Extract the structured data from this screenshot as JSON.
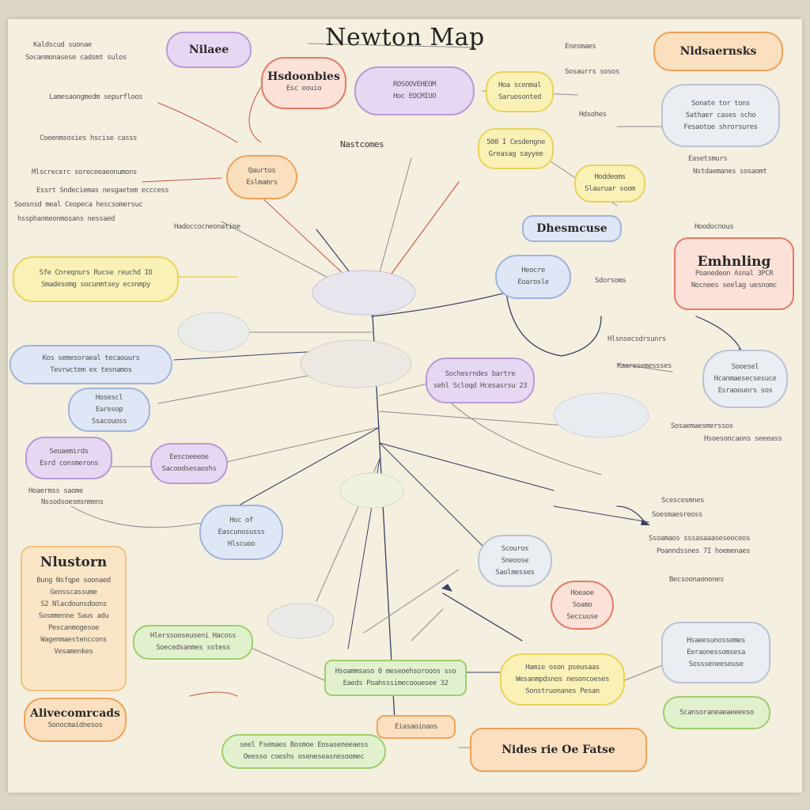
{
  "title": "Newton Map",
  "colors": {
    "paper": "#f5efdf",
    "line_dark": "#3a3f66",
    "line_red": "#c9503e",
    "line_grey": "#8b8b8b"
  },
  "nodes": {
    "top_left_purple": {
      "head": "Nilaee",
      "lines": []
    },
    "top_red_cluster": {
      "head": "Hsdoonbies",
      "lines": [
        "Esc eouio"
      ]
    },
    "top_center_purple": {
      "head": "",
      "lines": [
        "ROSOOVEHEOM",
        "Hoc EOCMIUO"
      ]
    },
    "top_yellow_small": {
      "head": "",
      "lines": [
        "Hoa scenmal",
        "Saruosonted"
      ]
    },
    "top_right_orange": {
      "head": "Nldsaernsks",
      "lines": []
    },
    "upper_center_orange": {
      "head": "",
      "lines": [
        "Qaurtos",
        "Eslmamrs"
      ]
    },
    "yellow_right_mid": {
      "head": "",
      "lines": [
        "508 I Cesdengne",
        "Greasag sayyee"
      ]
    },
    "yellow_right_lower": {
      "head": "",
      "lines": [
        "Hoddeoms",
        "Slauruar soom"
      ]
    },
    "dhesmencuse": {
      "head": "Dhesmcuse",
      "lines": []
    },
    "rounded_right_grey": {
      "head": "",
      "lines": [
        "Sonate tor tons",
        "Sathaer cases scho",
        "Fesaotoe shrorsures"
      ]
    },
    "left_yellow_big": {
      "head": "",
      "lines": [
        "Sfe  Cnreqnurs Rucse reuchd IO",
        "Smadesomg socunmtsey ecsnmpy"
      ]
    },
    "emhnsing_red": {
      "head": "Emhnling",
      "lines": [
        "Poanedeon Asnal 3PCR",
        "Nocnees seelag uesnomc"
      ]
    },
    "center_upper_blue": {
      "head": "",
      "lines": [
        "Heocre",
        "Eoarosle"
      ]
    },
    "left_blue_oval": {
      "head": "",
      "lines": [
        "Kos semesoraeal tecaouurs",
        "Tevrwctem ex tesnamos"
      ]
    },
    "left_blue_small": {
      "head": "",
      "lines": [
        "Hosescl",
        "Earesop",
        "Ssacouoss"
      ]
    },
    "center_purple_mid": {
      "head": "",
      "lines": [
        "Sochesrndes bartre",
        "sehl Scloqd Hcesasrsu 23"
      ]
    },
    "right_grey_oval": {
      "head": "",
      "lines": [
        "Sooesel",
        "Hcanmaesecsesuce",
        "Esraoouors sos"
      ]
    },
    "left_purple_small": {
      "head": "",
      "lines": [
        "Seuaemirds",
        "Esrd consmerons"
      ]
    },
    "left_purple_small_b": {
      "head": "",
      "lines": [
        "Eescoeeeoe",
        "Sacoodsesaoshs"
      ]
    },
    "center_lower_blue": {
      "head": "",
      "lines": [
        "Hoc of",
        "Eascunosusss",
        "Hlscuoo"
      ]
    },
    "nlustorn": {
      "head": "Nlustorn",
      "lines": [
        "Bung Nsfqpe soonaed",
        "Gensscassume",
        "S2 Nlacdounsdoons",
        "Sosmmenne Saus adu",
        "Pescanmogesoe",
        "Wagenmaestenccons",
        "Vesamenkes"
      ]
    },
    "left_green_lower": {
      "head": "",
      "lines": [
        "Hlerssooseuseni Hacoss",
        "Soecedsanmes sstess"
      ]
    },
    "center_green_bottom": {
      "head": "",
      "lines": [
        "Hsoammsaso 0 meseoehsorooos sso",
        "Eaeds   Poahsssimecoouesee 32"
      ]
    },
    "yellow_bottom_right": {
      "head": "",
      "lines": [
        "Hamie oson pseusaas",
        "Wesanmpdsnos nesoncoeses",
        "Sonstruonanes Pesan"
      ]
    },
    "right_grey_bottom": {
      "head": "",
      "lines": [
        "Hsaeesunossemes",
        "Eeraonessomsesa",
        "Sossseneeseuse"
      ]
    },
    "center_grey_small": {
      "head": "",
      "lines": [
        "Scouros",
        "Sneoose",
        "Saolmesses"
      ]
    },
    "red_circle_small": {
      "head": "",
      "lines": [
        "Hoeaoe",
        "Soamo",
        "Seccuuse"
      ]
    },
    "alivecomrcads": {
      "head": "Alivecomrcads",
      "lines": [
        "Sonocmaidnesos"
      ]
    },
    "center_orange_bottom": {
      "head": "",
      "lines": [
        "Eiasaoinaos"
      ]
    },
    "green_bottom_left": {
      "head": "",
      "lines": [
        "seel Fsemaes Bosmoe Eosaseneeaess",
        "Oeesso coeshs oseneseasnesoomec"
      ]
    },
    "orange_bottom_right": {
      "head": "Nides   rie   Oe   Fatse",
      "lines": []
    },
    "right_green_bottom": {
      "head": "",
      "lines": [
        "Scansoraneaeaeeeeso"
      ]
    }
  },
  "notes": [
    {
      "text": "Kaldscud suonae"
    },
    {
      "text": "Socanmonasese cadsmt sulos"
    },
    {
      "text": "Lamesaongmedm sepurfloos"
    },
    {
      "text": "Coeenmsosies hscise casss"
    },
    {
      "text": "Mlscrecerc soreceeaeonumons"
    },
    {
      "text": "Essrt Sndeciemas nesgaetem ecccess"
    },
    {
      "text": "Soosnsd meal Ceopeca hescsomersuc"
    },
    {
      "text": "hssphanmeonmosans nessaed"
    },
    {
      "text": "Hadoccocneonatine"
    },
    {
      "text": "Nastcomes"
    },
    {
      "text": "Enesmaes"
    },
    {
      "text": "Sosaurrs sosos"
    },
    {
      "text": "Hdsohes"
    },
    {
      "text": "Easetsmurs"
    },
    {
      "text": "Nstdaemanes sosaomt"
    },
    {
      "text": "Hoodocnous"
    },
    {
      "text": "Sdorsoms"
    },
    {
      "text": "Hlsnsecsdrsunrs"
    },
    {
      "text": "Kaaresemessses"
    },
    {
      "text": "Sosaemaesmerssos"
    },
    {
      "text": "Hsoesoncaons seeeass"
    },
    {
      "text": "Scescesmnes"
    },
    {
      "text": "Soesmaesreoss"
    },
    {
      "text": "Ssoamaos sssasaaaseseoceos"
    },
    {
      "text": "Poanndssnes 7I hoemenaes"
    },
    {
      "text": "Becsoonaonones"
    },
    {
      "text": "Hoaermss saome"
    },
    {
      "text": "Nssodsoesmsnmens"
    }
  ]
}
